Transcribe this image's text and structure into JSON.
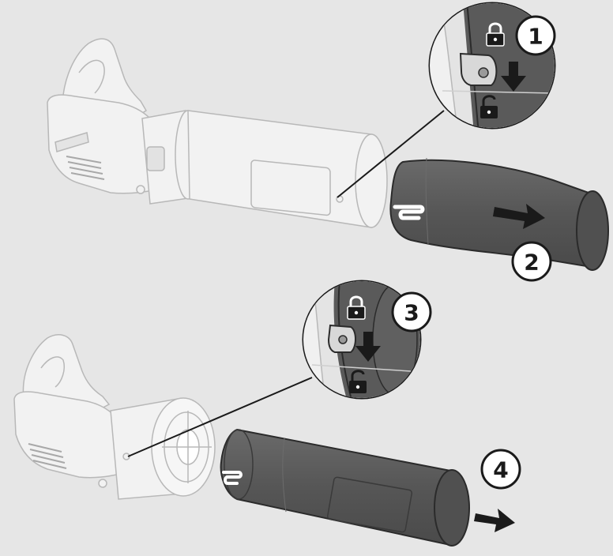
{
  "steps": [
    {
      "number": "1",
      "action": "lock-release"
    },
    {
      "number": "2",
      "action": "pull-off"
    },
    {
      "number": "3",
      "action": "lock-release"
    },
    {
      "number": "4",
      "action": "pull-off"
    }
  ],
  "icons": {
    "locked": "lock-closed-icon",
    "unlocked": "lock-open-icon",
    "press": "arrow-down-icon",
    "pull": "arrow-right-icon"
  },
  "colors": {
    "background": "#e6e6e6",
    "tool_fill": "#f2f2f2",
    "tool_stroke": "#bdbdbd",
    "tube_dark": "#5a5a5a",
    "tube_stroke": "#2b2b2b",
    "callout_bg": "#ffffff",
    "ink": "#1a1a1a"
  }
}
